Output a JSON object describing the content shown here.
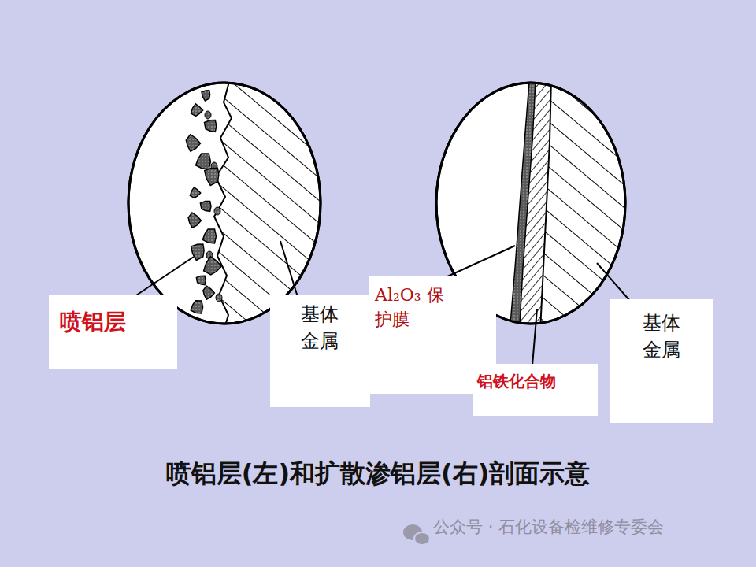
{
  "diagram": {
    "title": "喷铝层(左)和扩散渗铝层(右)剖面示意",
    "nodes": [
      {
        "text": [
          "喷铝层"
        ]
      },
      {
        "text": [
          "基体 金属"
        ]
      },
      {
        "text": [
          "Al₂O₃ 保护膜"
        ]
      },
      {
        "text": [
          "铝铁化合物"
        ]
      },
      {
        "text": [
          "基体 金属"
        ]
      }
    ],
    "labels": [
      "公众号 · 石化设备检维修专委会"
    ]
  }
}
